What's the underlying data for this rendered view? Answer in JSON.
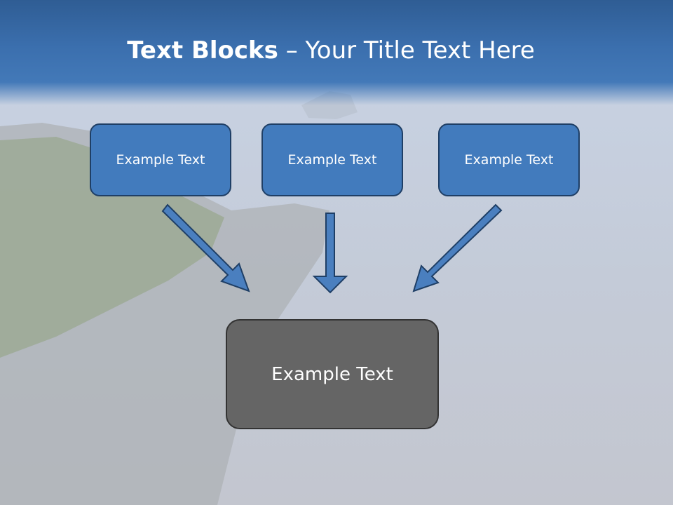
{
  "title": {
    "bold": "Text Blocks",
    "dash": " – ",
    "rest": "Your Title Text Here"
  },
  "blocks": [
    {
      "label": "Example Text"
    },
    {
      "label": "Example Text"
    },
    {
      "label": "Example Text"
    }
  ],
  "target": {
    "label": "Example Text"
  },
  "colors": {
    "title_bar": "#3b6fae",
    "block_fill": "#427bbd",
    "block_border": "#1f3f66",
    "target_fill": "#656565",
    "arrow_fill": "#4a7fbf"
  }
}
